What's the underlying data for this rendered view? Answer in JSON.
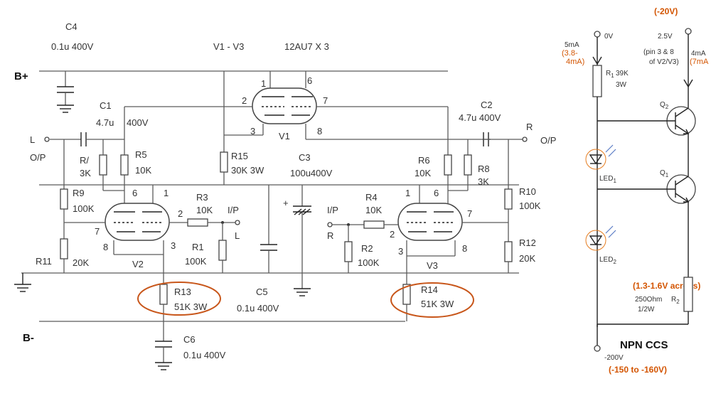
{
  "left_schematic": {
    "rails": {
      "bplus": "B+",
      "bminus": "B-"
    },
    "tube_note": {
      "name": "V1 - V3",
      "type": "12AU7  X 3"
    },
    "inputs": {
      "left_label": "L",
      "right_label": "R",
      "in_l_label": "I/P",
      "in_l_ch": "L",
      "in_r_label": "I/P",
      "in_r_ch": "R"
    },
    "outputs": {
      "left_label": "O/P",
      "right_label": "O/P"
    },
    "tubes": {
      "v1": "V1",
      "v2": "V2",
      "v3": "V3"
    },
    "pins": {
      "v1": [
        "1",
        "2",
        "3",
        "6",
        "7",
        "8"
      ],
      "v2": [
        "6",
        "1",
        "2",
        "7",
        "8",
        "3"
      ],
      "v3": [
        "1",
        "6",
        "7",
        "2",
        "3",
        "8"
      ]
    },
    "components": {
      "c4": {
        "name": "C4",
        "value": "0.1u 400V"
      },
      "c1": {
        "name": "C1",
        "value1": "4.7u",
        "value2": "400V"
      },
      "c2": {
        "name": "C2",
        "value": "4.7u 400V"
      },
      "c3": {
        "name": "C3",
        "value": "100u400V"
      },
      "c5": {
        "name": "C5",
        "value": "0.1u 400V"
      },
      "c6": {
        "name": "C6",
        "value": "0.1u 400V"
      },
      "r7": {
        "name": "R/",
        "value": "3K"
      },
      "r5": {
        "name": "R5",
        "value": "10K"
      },
      "r15": {
        "name": "R15",
        "value": "30K 3W"
      },
      "r6": {
        "name": "R6",
        "value": "10K"
      },
      "r8": {
        "name": "R8",
        "value": "3K"
      },
      "r9": {
        "name": "R9",
        "value": "100K"
      },
      "r11": {
        "name": "R11",
        "value": "20K"
      },
      "r3": {
        "name": "R3",
        "value": "10K"
      },
      "r1": {
        "name": "R1",
        "value": "100K"
      },
      "r4": {
        "name": "R4",
        "value": "10K"
      },
      "r2": {
        "name": "R2",
        "value": "100K"
      },
      "r10": {
        "name": "R10",
        "value": "100K"
      },
      "r12": {
        "name": "R12",
        "value": "20K"
      },
      "r13": {
        "name": "R13",
        "value": "51K 3W"
      },
      "r14": {
        "name": "R14",
        "value": "51K 3W"
      }
    },
    "highlight_color": "#c8561a"
  },
  "ccs": {
    "title": "NPN CCS",
    "top_left": {
      "voltage": "0V",
      "current": "5mA",
      "note1": "(3.8-",
      "note2": "4mA)"
    },
    "top_right": {
      "voltage": "(-20V)",
      "v2": "2.5V",
      "pin1": "(pin 3 & 8",
      "pin2": "of V2/V3)",
      "current": "4mA",
      "note": "(7mA"
    },
    "r1": {
      "name": "R",
      "sub": "1",
      "value1": "39K",
      "value2": "3W"
    },
    "q2": {
      "name": "Q",
      "sub": "2"
    },
    "q1": {
      "name": "Q",
      "sub": "1"
    },
    "led1": {
      "name": "LED",
      "sub": "1"
    },
    "led2": {
      "name": "LED",
      "sub": "2"
    },
    "r2": {
      "name": "R",
      "sub": "2",
      "value1": "250Ohm",
      "value2": "1/2W",
      "note": "(1.3-1.6V across)"
    },
    "bottom": {
      "voltage": "-200V",
      "note": "(-150 to -160V)"
    },
    "annotation_color": "#d35400"
  }
}
